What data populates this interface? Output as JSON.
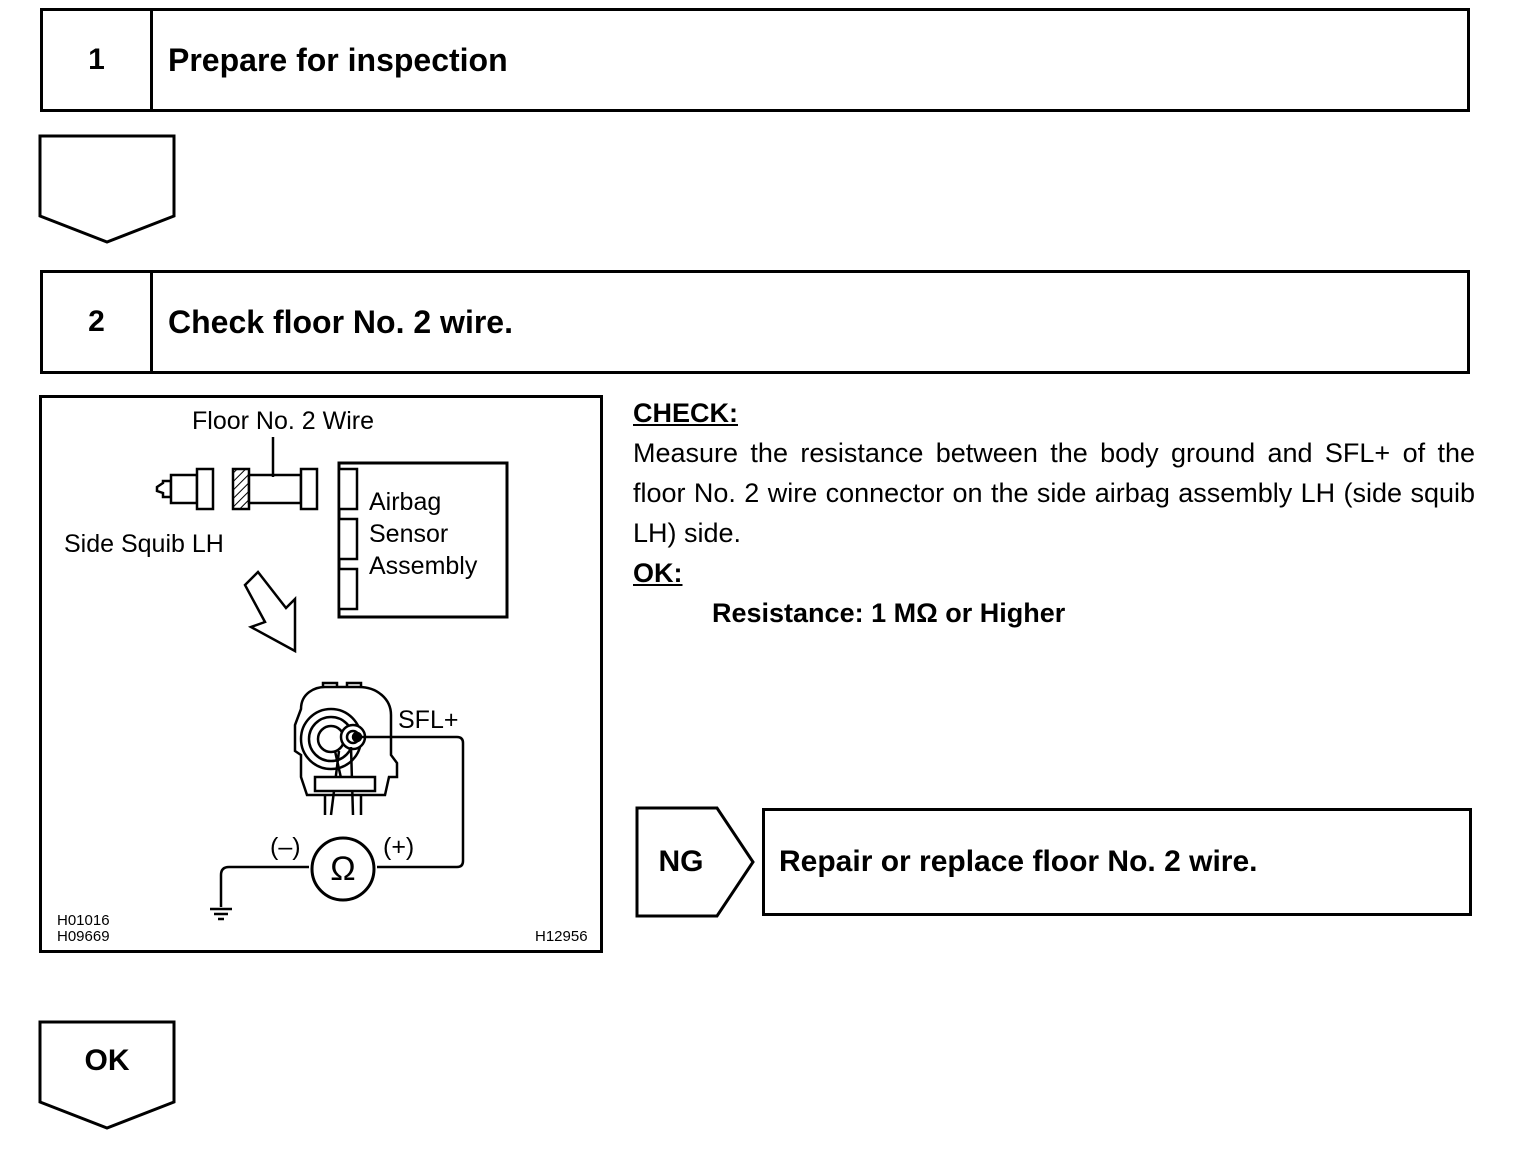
{
  "steps": [
    {
      "number": "1",
      "title": "Prepare for inspection"
    },
    {
      "number": "2",
      "title": "Check floor No. 2 wire."
    }
  ],
  "diagram": {
    "wire_label": "Floor No. 2 Wire",
    "squib_label": "Side Squib LH",
    "sensor_line1": "Airbag",
    "sensor_line2": "Sensor",
    "sensor_line3": "Assembly",
    "terminal_label": "SFL+",
    "neg_label": "(–)",
    "pos_label": "(+)",
    "ohm_symbol": "Ω",
    "code1": "H01016",
    "code2": "H09669",
    "code3": "H12956"
  },
  "check": {
    "heading": "CHECK:",
    "text": "Measure the resistance between the body ground and SFL+ of the floor No. 2 wire connector on the side airbag assembly LH (side squib LH) side.",
    "ok_heading": "OK:",
    "spec": "Resistance: 1 MΩ or Higher"
  },
  "ng": {
    "label": "NG",
    "action": "Repair or replace floor No. 2 wire."
  },
  "ok": {
    "label": "OK"
  }
}
